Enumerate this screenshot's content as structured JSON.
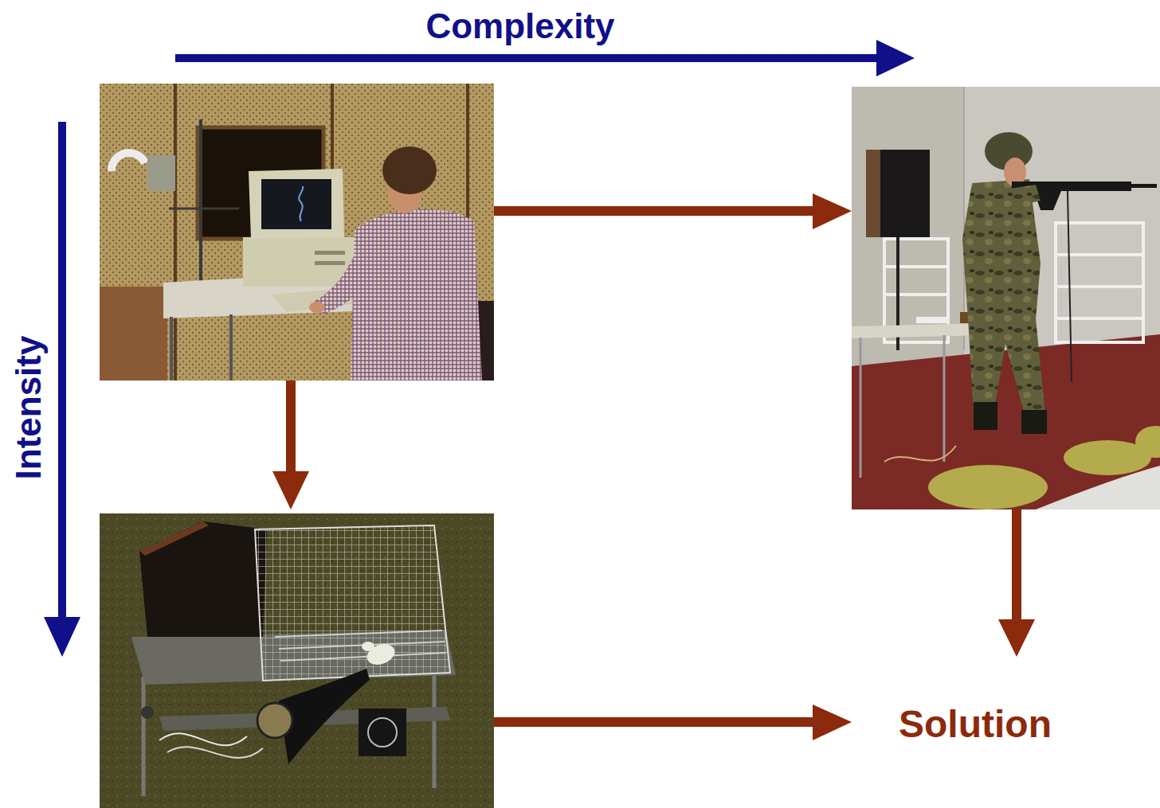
{
  "diagram": {
    "labels": [
      "Complexity",
      "Intensity",
      "Solution"
    ]
  }
}
